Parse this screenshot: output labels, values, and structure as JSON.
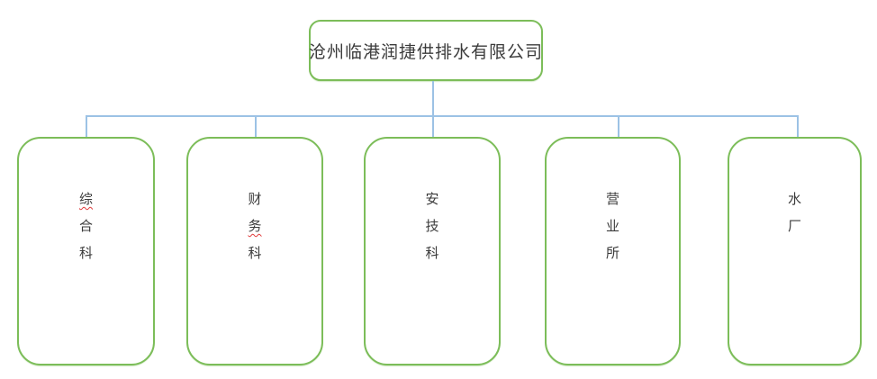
{
  "org_chart": {
    "type": "organization-hierarchy",
    "root": {
      "label": "沧州临港润捷供排水有限公司"
    },
    "departments": [
      {
        "label": "综合科",
        "misspelled_chars": [
          "综"
        ]
      },
      {
        "label": "财务科",
        "misspelled_chars": [
          "务"
        ]
      },
      {
        "label": "安技科",
        "misspelled_chars": []
      },
      {
        "label": "营业所",
        "misspelled_chars": []
      },
      {
        "label": "水厂",
        "misspelled_chars": []
      }
    ]
  },
  "colors": {
    "box_border_green": "#7cbd59",
    "connector_blue": "#9cc2e5",
    "text": "#3b3b3b",
    "misspell_underline_red": "#e03b3b",
    "background": "#ffffff"
  }
}
